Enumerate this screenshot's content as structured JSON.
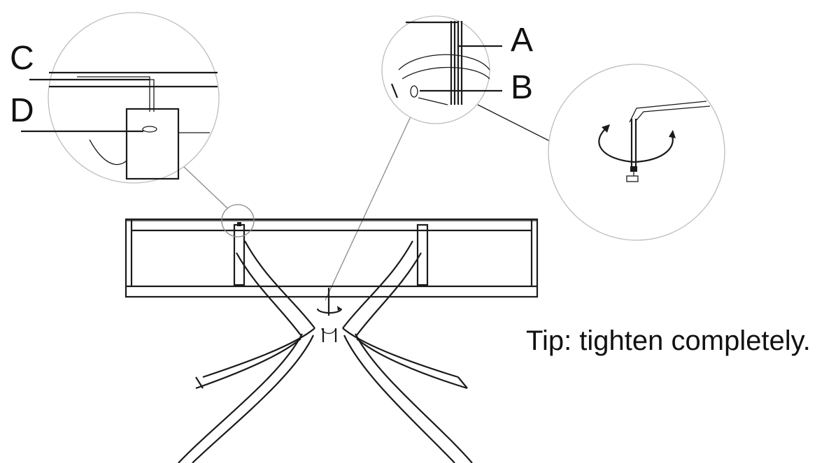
{
  "callouts": {
    "a": "A",
    "b": "B",
    "c": "C",
    "d": "D"
  },
  "tip": "Tip: tighten completely.",
  "icons": {
    "rotation": "clockwise-rotation-arrow-icon"
  }
}
